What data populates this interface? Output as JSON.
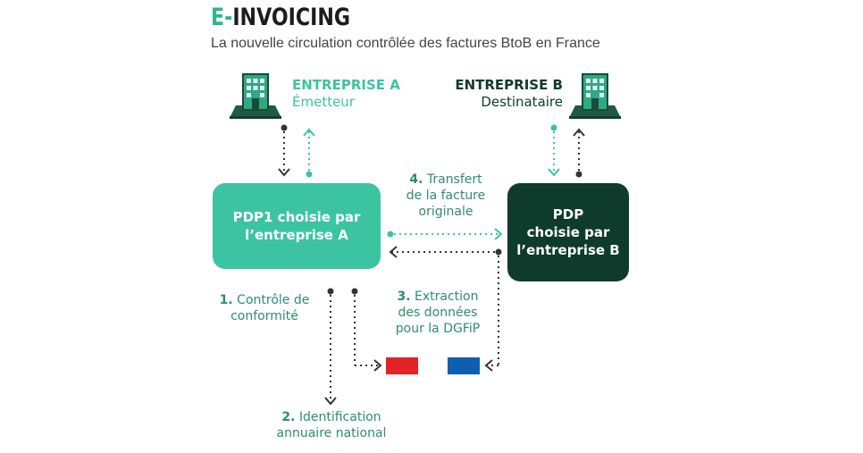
{
  "header": {
    "title_accent": "E-",
    "title_rest": "INVOICING",
    "subtitle": "La nouvelle circulation contrôlée des factures BtoB en France"
  },
  "entreprise_a": {
    "name": "ENTREPRISE A",
    "role": "Émetteur",
    "icon": "building-icon"
  },
  "entreprise_b": {
    "name": "ENTREPRISE B",
    "role": "Destinataire",
    "icon": "building-icon"
  },
  "pdp_a": {
    "line1": "PDP1 choisie par",
    "line2": "l’entreprise A"
  },
  "pdp_b": {
    "line1": "PDP",
    "line2": "choisie par",
    "line3": "l’entreprise B"
  },
  "steps": {
    "s1": {
      "num": "1.",
      "line1": "Contrôle de",
      "line2": "conformité"
    },
    "s2": {
      "num": "2.",
      "line1": "Identification",
      "line2": "annuaire national"
    },
    "s3": {
      "num": "3.",
      "line1": "Extraction",
      "line2": "des données",
      "line3": "pour la DGFiP"
    },
    "s4": {
      "num": "4.",
      "line1": "Transfert",
      "line2": "de la facture",
      "line3": "originale"
    }
  },
  "colors": {
    "teal": "#3cc4a2",
    "dark_green": "#0f3b2d",
    "label_green": "#2e8c73",
    "red": "#e32227",
    "blue": "#0f5fb0"
  }
}
